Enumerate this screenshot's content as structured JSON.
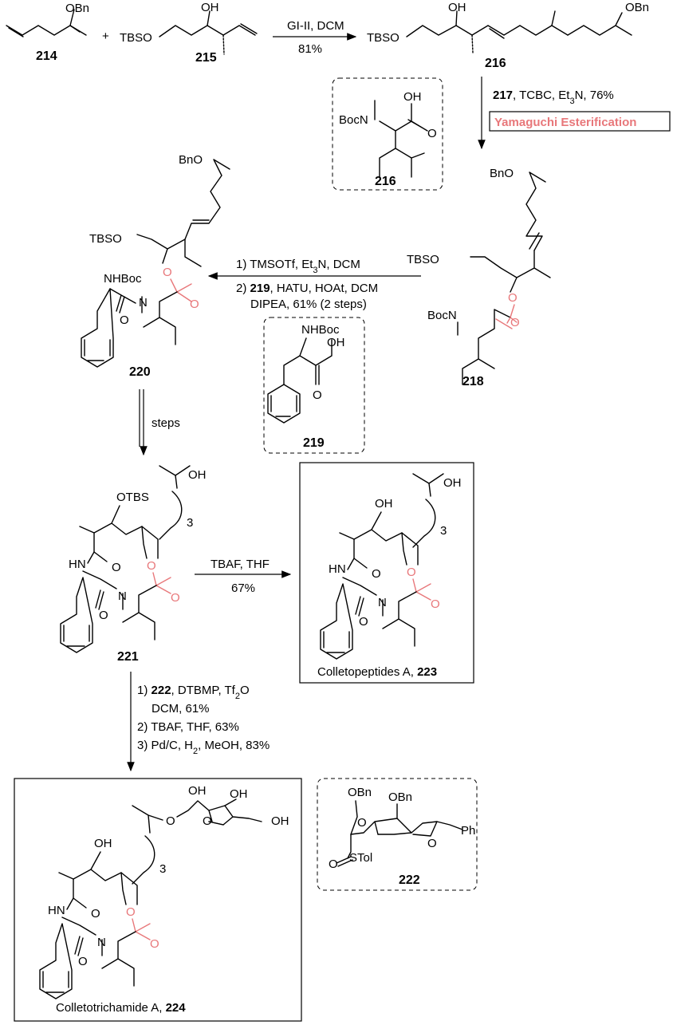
{
  "compounds": {
    "c214": "214",
    "c215": "215",
    "c216": "216",
    "c216b": "216",
    "c217": "217",
    "c218": "218",
    "c219": "219",
    "c220": "220",
    "c221": "221",
    "c222": "222",
    "c223": "223",
    "c224": "224"
  },
  "groups": {
    "obn": "OBn",
    "bno": "BnO",
    "tbso": "TBSO",
    "oh": "OH",
    "otbs": "OTBS",
    "bocn": "BocN",
    "nhboc": "NHBoc",
    "hn": "HN",
    "n": "N",
    "o": "O",
    "stol": "STol",
    "ph": "Ph",
    "sub3": "3",
    "methyl_tick": "|"
  },
  "step1": {
    "line1": "GI-II, DCM",
    "line2": "81%"
  },
  "step2": {
    "line1_rest": ", TCBC, Et",
    "line1_sub": "3",
    "line1_end": "N, 76%",
    "named_reaction": "Yamaguchi Esterification"
  },
  "step3": {
    "line1_a": "1) TMSOTf, Et",
    "line1_sub": "3",
    "line1_b": "N, DCM",
    "line2_a": "2) ",
    "line2_b": ", HATU, HOAt, DCM",
    "line3": "DIPEA, 61% (2 steps)"
  },
  "step4": {
    "line1": "steps"
  },
  "step5": {
    "line1": "TBAF, THF",
    "line2": "67%"
  },
  "step6": {
    "line1_a": "1) ",
    "line1_b": ", DTBMP, Tf",
    "line1_sub": "2",
    "line1_c": "O",
    "line2": "DCM, 61%",
    "line3": "2) TBAF, THF, 63%",
    "line4_a": "3) Pd/C, H",
    "line4_sub": "2",
    "line4_b": ", MeOH, 83%"
  },
  "products": {
    "p223_name": "Colletopeptides A, ",
    "p224_name": "Colletotrichamide A, "
  },
  "colors": {
    "ester_highlight": "#e8777a",
    "ink": "#000000"
  }
}
